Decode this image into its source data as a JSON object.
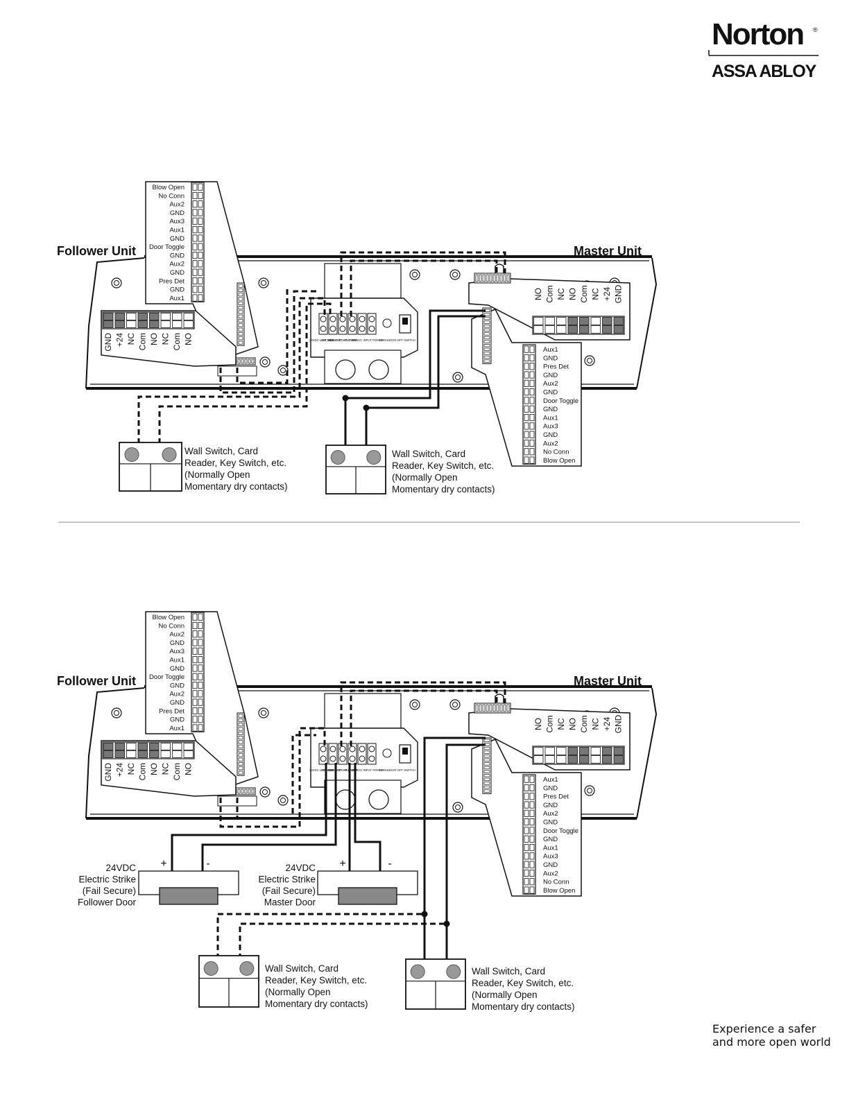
{
  "logo": {
    "brand": "Norton",
    "reg": "®",
    "parent": "ASSA ABLOY"
  },
  "tagline": {
    "line1": "Experience a safer",
    "line2": "and more open world"
  },
  "diagrams": [
    {
      "follower_label": "Follower Unit",
      "master_label": "Master Unit",
      "aux_terminal_labels": [
        "Blow Open",
        "No Conn",
        "Aux2",
        "GND",
        "Aux3",
        "Aux1",
        "GND",
        "Door Toggle",
        "GND",
        "Aux2",
        "GND",
        "Pres Det",
        "GND",
        "Aux1"
      ],
      "power_terminal_labels": [
        "GND",
        "+24",
        "NC",
        "Com",
        "NO",
        "NC",
        "Com",
        "NO"
      ],
      "board_labels": [
        "24VDC LEFT UNIT",
        "SW SIDE UNIT",
        "24VDC RIGHT UNIT",
        "OUT UNIT",
        "120VAC INPUT POWER",
        "GROUND",
        "ON OFF SWITCH"
      ],
      "switches": [
        {
          "lines": [
            "Wall Switch, Card",
            "Reader, Key Switch, etc.",
            "(Normally Open",
            "Momentary dry contacts)"
          ]
        },
        {
          "lines": [
            "Wall Switch, Card",
            "Reader, Key Switch, etc.",
            "(Normally Open",
            "Momentary dry contacts)"
          ]
        }
      ]
    },
    {
      "follower_label": "Follower Unit",
      "master_label": "Master Unit",
      "aux_terminal_labels": [
        "Blow Open",
        "No Conn",
        "Aux2",
        "GND",
        "Aux3",
        "Aux1",
        "GND",
        "Door Toggle",
        "GND",
        "Aux2",
        "GND",
        "Pres Det",
        "GND",
        "Aux1"
      ],
      "power_terminal_labels": [
        "GND",
        "+24",
        "NC",
        "Com",
        "NO",
        "NC",
        "Com",
        "NO"
      ],
      "board_labels": [
        "24VDC LEFT UNIT",
        "SW SIDE UNIT",
        "24VDC RIGHT UNIT",
        "OUT UNIT",
        "120VAC INPUT POWER",
        "GROUND",
        "ON OFF SWITCH"
      ],
      "strikes": [
        {
          "lines": [
            "24VDC",
            "Electric Strike",
            "(Fail Secure)",
            "Follower Door"
          ],
          "plus": "+",
          "minus": "-"
        },
        {
          "lines": [
            "24VDC",
            "Electric Strike",
            "(Fail Secure)",
            "Master Door"
          ],
          "plus": "+",
          "minus": "-"
        }
      ],
      "switches": [
        {
          "lines": [
            "Wall Switch, Card",
            "Reader, Key Switch, etc.",
            "(Normally Open",
            "Momentary dry contacts)"
          ]
        },
        {
          "lines": [
            "Wall Switch, Card",
            "Reader, Key Switch, etc.",
            "(Normally Open",
            "Momentary dry contacts)"
          ]
        }
      ]
    }
  ]
}
